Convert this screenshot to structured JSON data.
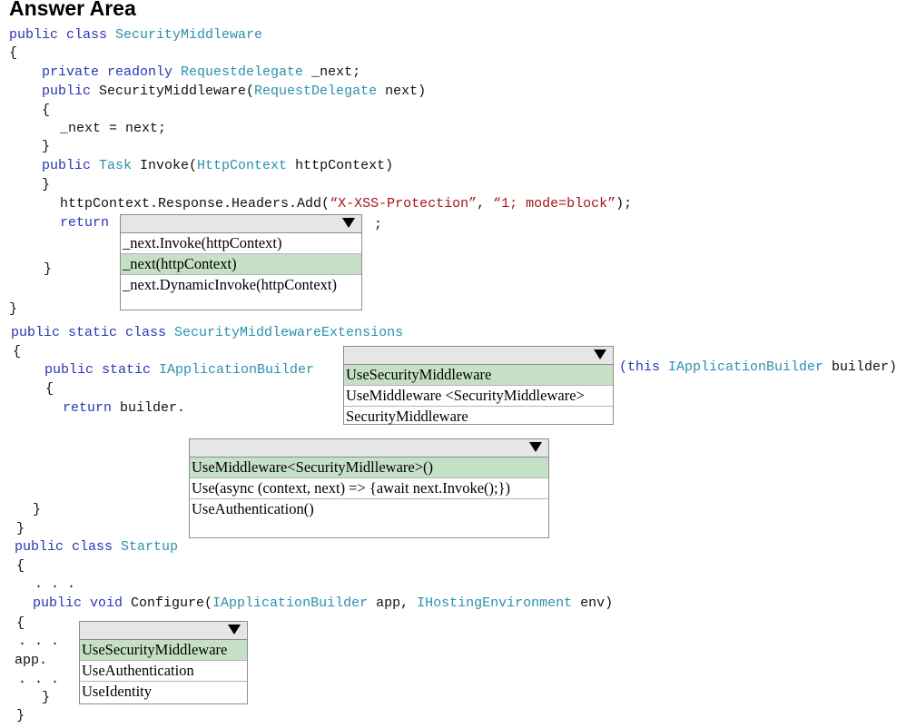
{
  "header": {
    "title": "Answer Area"
  },
  "code": {
    "l1_kw": "public class ",
    "l1_ty": "SecurityMiddleware",
    "l2": "{",
    "l3_kw": "private readonly ",
    "l3_ty": "Requestdelegate",
    "l3_rest": " _next;",
    "l4_kw": "public ",
    "l4_a": "SecurityMiddleware(",
    "l4_ty": "RequestDelegate",
    "l4_rest": " next)",
    "l5": "{",
    "l6": "_next = next;",
    "l7": "}",
    "l8_kw": "public ",
    "l8_ty": "Task",
    "l8_a": " Invoke(",
    "l8_ty2": "HttpContext",
    "l8_rest": " httpContext)",
    "l9": "}",
    "l10_a": "httpContext.Response.Headers.Add(",
    "l10_s1": "“X-XSS-Protection”",
    "l10_b": ", ",
    "l10_s2": "“1; mode=block”",
    "l10_c": ");",
    "l11_kw": "return",
    "l11_semi": ";",
    "l12": "}",
    "l13": "}",
    "l14_kw": "public static class ",
    "l14_ty": "SecurityMiddlewareExtensions",
    "l15": "{",
    "l16_kw": "public static ",
    "l16_ty": "IApplicationBuilder",
    "l16_b_kw": "(this ",
    "l16_b_ty": "IApplicationBuilder",
    "l16_b_rest": " builder)",
    "l17": "{",
    "l18_kw": "return",
    "l18_rest": " builder.",
    "l19": "}",
    "l20": "}",
    "l21_kw": "public class ",
    "l21_ty": "Startup",
    "l22": "{",
    "l23": ". . .",
    "l24_kw": "public void ",
    "l24_a": "Configure(",
    "l24_ty": "IApplicationBuilder",
    "l24_b": " app, ",
    "l24_ty2": "IHostingEnvironment",
    "l24_c": " env)",
    "l25": "{",
    "l26": ". . .",
    "l27": "app.",
    "l28": ". . .",
    "l29": "}",
    "l30": "}"
  },
  "dropdowns": [
    {
      "options": [
        "_next.Invoke(httpContext)",
        "_next(httpContext)",
        "_next.DynamicInvoke(httpContext)"
      ],
      "selected": 1
    },
    {
      "options": [
        "UseSecurityMiddleware",
        "UseMiddleware <SecurityMiddleware>",
        "SecurityMiddleware"
      ],
      "selected": 0
    },
    {
      "options": [
        "UseMiddleware<SecurityMidlleware>()",
        "Use(async (context, next) => {await next.Invoke();})",
        "UseAuthentication()"
      ],
      "selected": 0
    },
    {
      "options": [
        "UseSecurityMiddleware",
        "UseAuthentication",
        "UseIdentity"
      ],
      "selected": 0
    }
  ],
  "colors": {
    "keyword": "#2a36b5",
    "type": "#2b91af",
    "string": "#a31515",
    "selected_option": "#c6e0c6"
  },
  "icons": {
    "dropdown_arrow": "triangle-down-icon"
  }
}
